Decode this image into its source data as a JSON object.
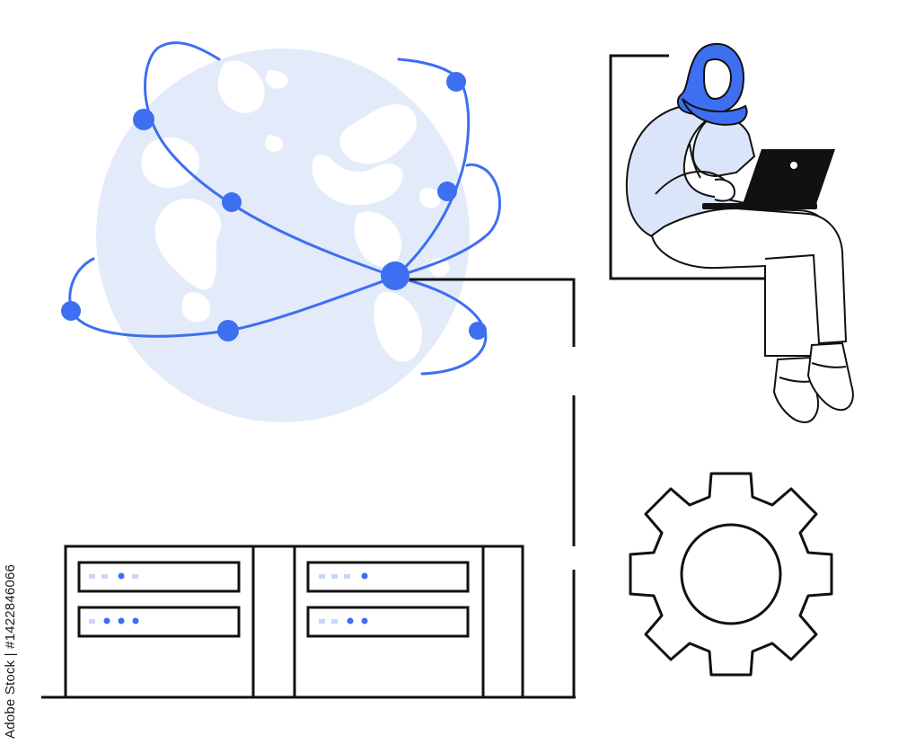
{
  "image": {
    "stock_id": "Adobe Stock | #1422846066",
    "watermark": "Adobe Stock"
  },
  "palette": {
    "accent_blue": "#3d6ff0",
    "globe_light": "#e3ebfa",
    "ink": "#111111",
    "white": "#ffffff"
  },
  "illustration": {
    "globe": "globe-icon",
    "person": "person-with-laptop",
    "gear": "gear-icon",
    "servers": "server-rack-icon"
  }
}
